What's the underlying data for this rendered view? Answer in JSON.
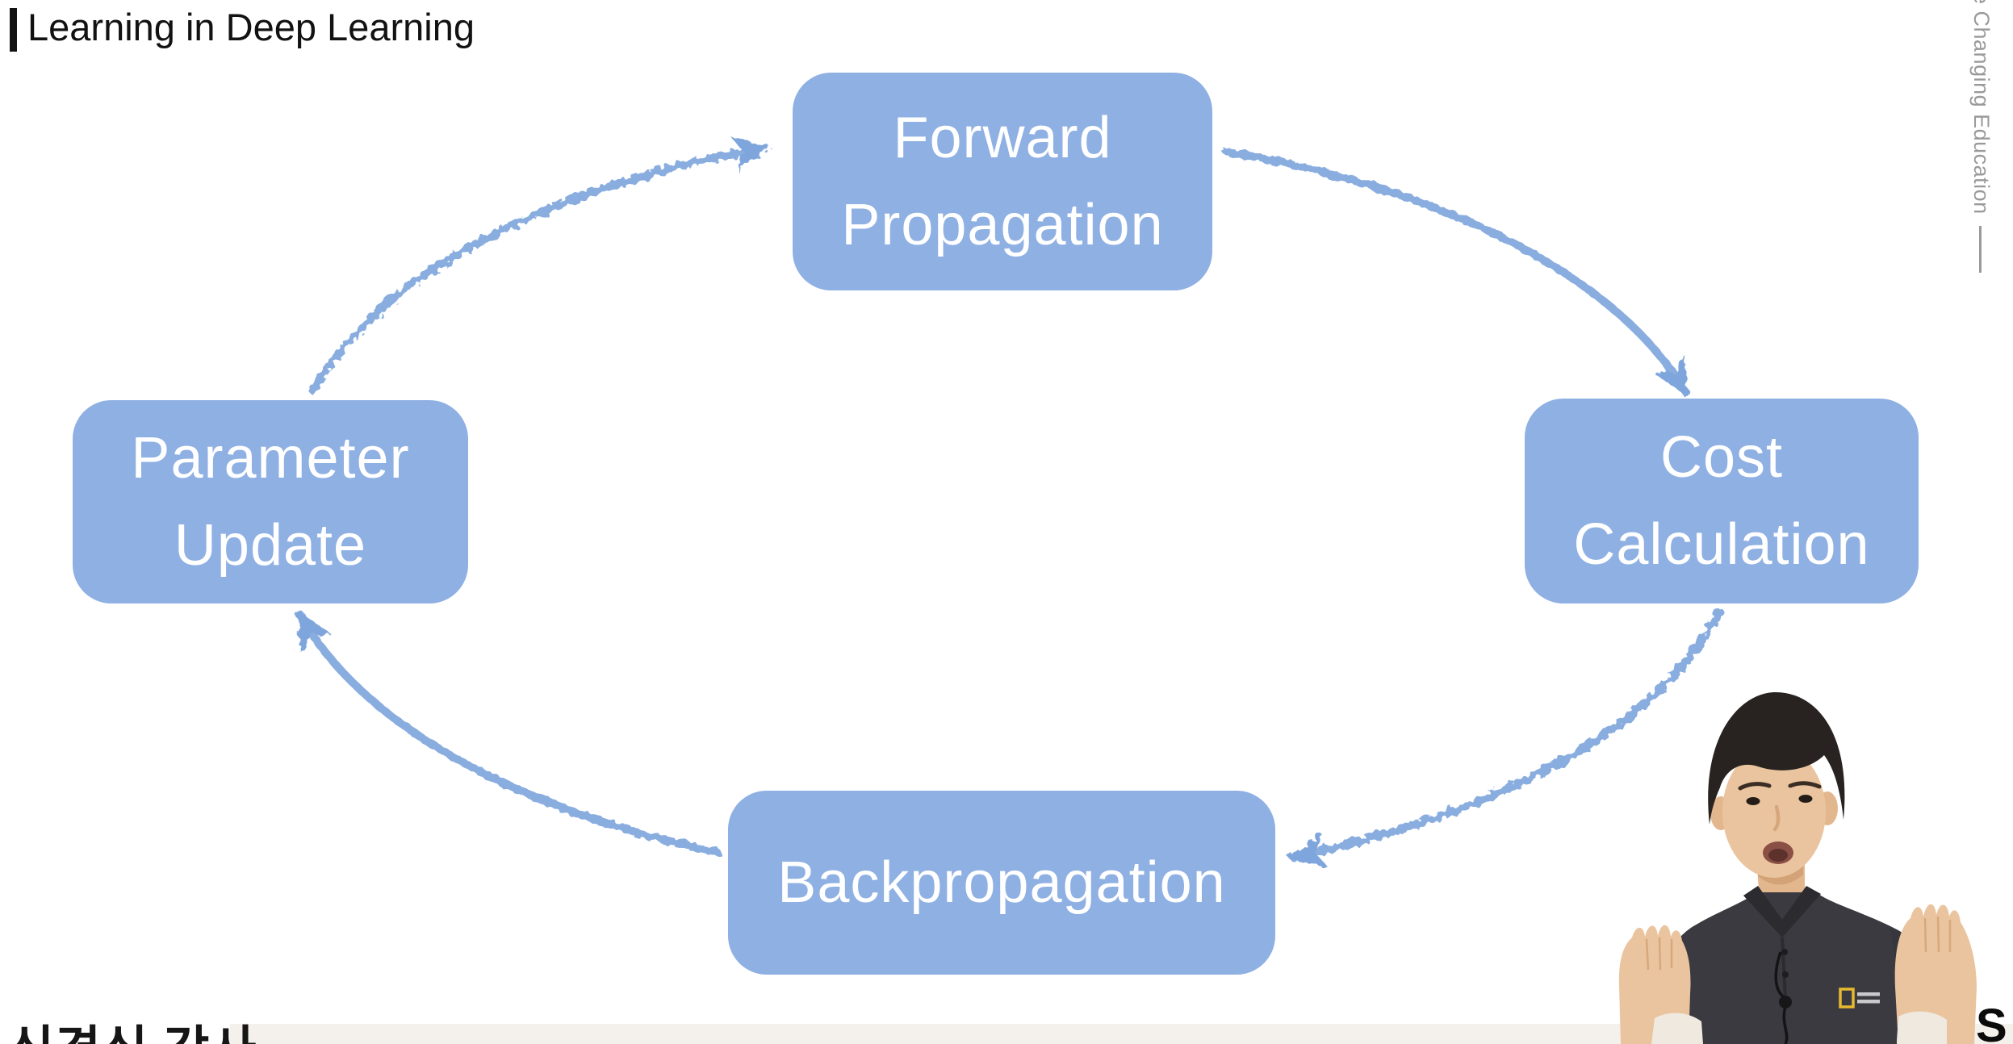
{
  "slide": {
    "title": "Learning in Deep Learning",
    "side_text": "e Changing Education",
    "instructor_name": "신경식 강사",
    "instructor_suffix": ".",
    "watermark_letter": "S"
  },
  "diagram": {
    "type": "cycle",
    "direction": "clockwise",
    "nodes": [
      {
        "id": "forward",
        "label": "Forward\nPropagation",
        "position": "top"
      },
      {
        "id": "cost",
        "label": "Cost\nCalculation",
        "position": "right"
      },
      {
        "id": "backprop",
        "label": "Backpropagation",
        "position": "bottom"
      },
      {
        "id": "update",
        "label": "Parameter\nUpdate",
        "position": "left"
      }
    ],
    "edges": [
      {
        "from": "update",
        "to": "forward"
      },
      {
        "from": "forward",
        "to": "cost"
      },
      {
        "from": "cost",
        "to": "backprop"
      },
      {
        "from": "backprop",
        "to": "update"
      }
    ],
    "colors": {
      "node_fill": "#8FB0E3",
      "node_text": "#FFFFFF",
      "arrow": "#7FA6DC"
    }
  },
  "overlay": {
    "presenter_shirt_logo": "NATIONAL GEOGRAPHIC"
  }
}
